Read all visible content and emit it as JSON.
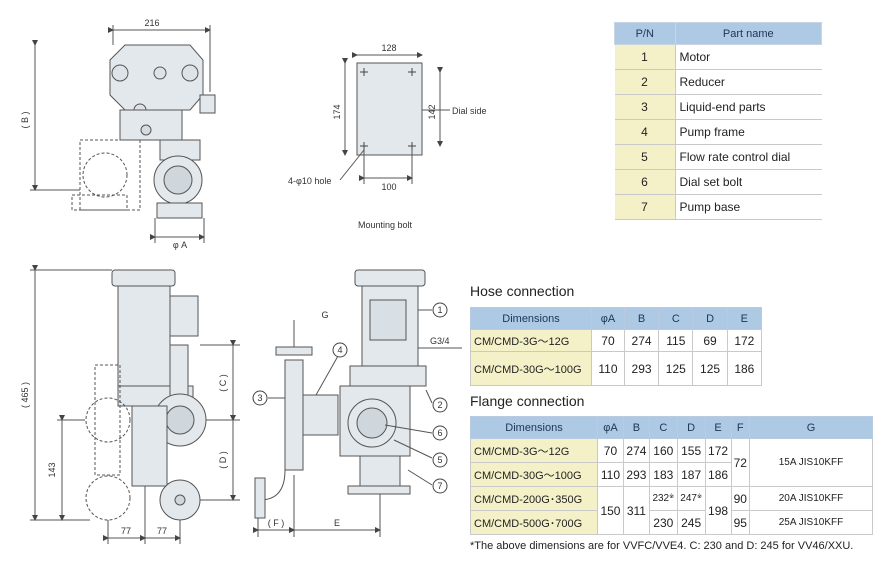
{
  "parts_table": {
    "headers": [
      "P/N",
      "Part name"
    ],
    "rows": [
      {
        "pn": "1",
        "name": "Motor"
      },
      {
        "pn": "2",
        "name": "Reducer"
      },
      {
        "pn": "3",
        "name": "Liquid-end parts"
      },
      {
        "pn": "4",
        "name": "Pump frame"
      },
      {
        "pn": "5",
        "name": "Flow rate control dial"
      },
      {
        "pn": "6",
        "name": "Dial set bolt"
      },
      {
        "pn": "7",
        "name": "Pump base"
      }
    ]
  },
  "top_drawing": {
    "dim_width": "216",
    "dim_height": "( B )",
    "dim_phi_a": "φ A"
  },
  "mounting": {
    "dim_top": "128",
    "dim_left": "174",
    "dim_right": "142",
    "dim_bottom": "100",
    "dial_side": "Dial side",
    "hole_label": "4-φ10 hole",
    "caption": "Mounting bolt"
  },
  "front_drawing": {
    "dim_465": "( 465 )",
    "dim_143": "143",
    "dim_c": "( C )",
    "dim_d": "( D )",
    "dim_77a": "77",
    "dim_77b": "77"
  },
  "side_drawing": {
    "g": "G",
    "g34": "G3/4",
    "f": "( F )",
    "e": "E",
    "callouts": [
      "1",
      "2",
      "3",
      "4",
      "5",
      "6",
      "7"
    ]
  },
  "hose": {
    "title": "Hose connection",
    "headers": [
      "Dimensions",
      "φA",
      "B",
      "C",
      "D",
      "E"
    ],
    "rows": [
      {
        "model": "CM/CMD-3G～12G",
        "a": "70",
        "b": "274",
        "c": "115",
        "d": "69",
        "e": "172"
      },
      {
        "model": "CM/CMD-30G～100G",
        "a": "110",
        "b": "293",
        "c": "125",
        "d": "125",
        "e": "186"
      }
    ]
  },
  "flange": {
    "title": "Flange connection",
    "headers": [
      "Dimensions",
      "φA",
      "B",
      "C",
      "D",
      "E",
      "F",
      "G"
    ],
    "rows": [
      {
        "model": "CM/CMD-3G～12G",
        "a": "70",
        "b": "274",
        "c": "160",
        "d": "155",
        "e": "172"
      },
      {
        "model": "CM/CMD-30G～100G",
        "a": "110",
        "b": "293",
        "c": "183",
        "d": "187",
        "e": "186"
      },
      {
        "model": "CM/CMD-200G･350G",
        "c": "232",
        "d": "247",
        "mark": "※"
      },
      {
        "model": "CM/CMD-500G･700G",
        "c": "230",
        "d": "245"
      }
    ],
    "merged": {
      "a_big": "150",
      "b_big": "311",
      "e_big": "198",
      "f1": "72",
      "f2": "90",
      "f3": "95",
      "g1": "15A JIS10KFF",
      "g2": "20A JIS10KFF",
      "g3": "25A JIS10KFF"
    }
  },
  "note": "*The above dimensions are for VVFC/VVE4. C: 230 and D: 245 for VV46/XXU."
}
